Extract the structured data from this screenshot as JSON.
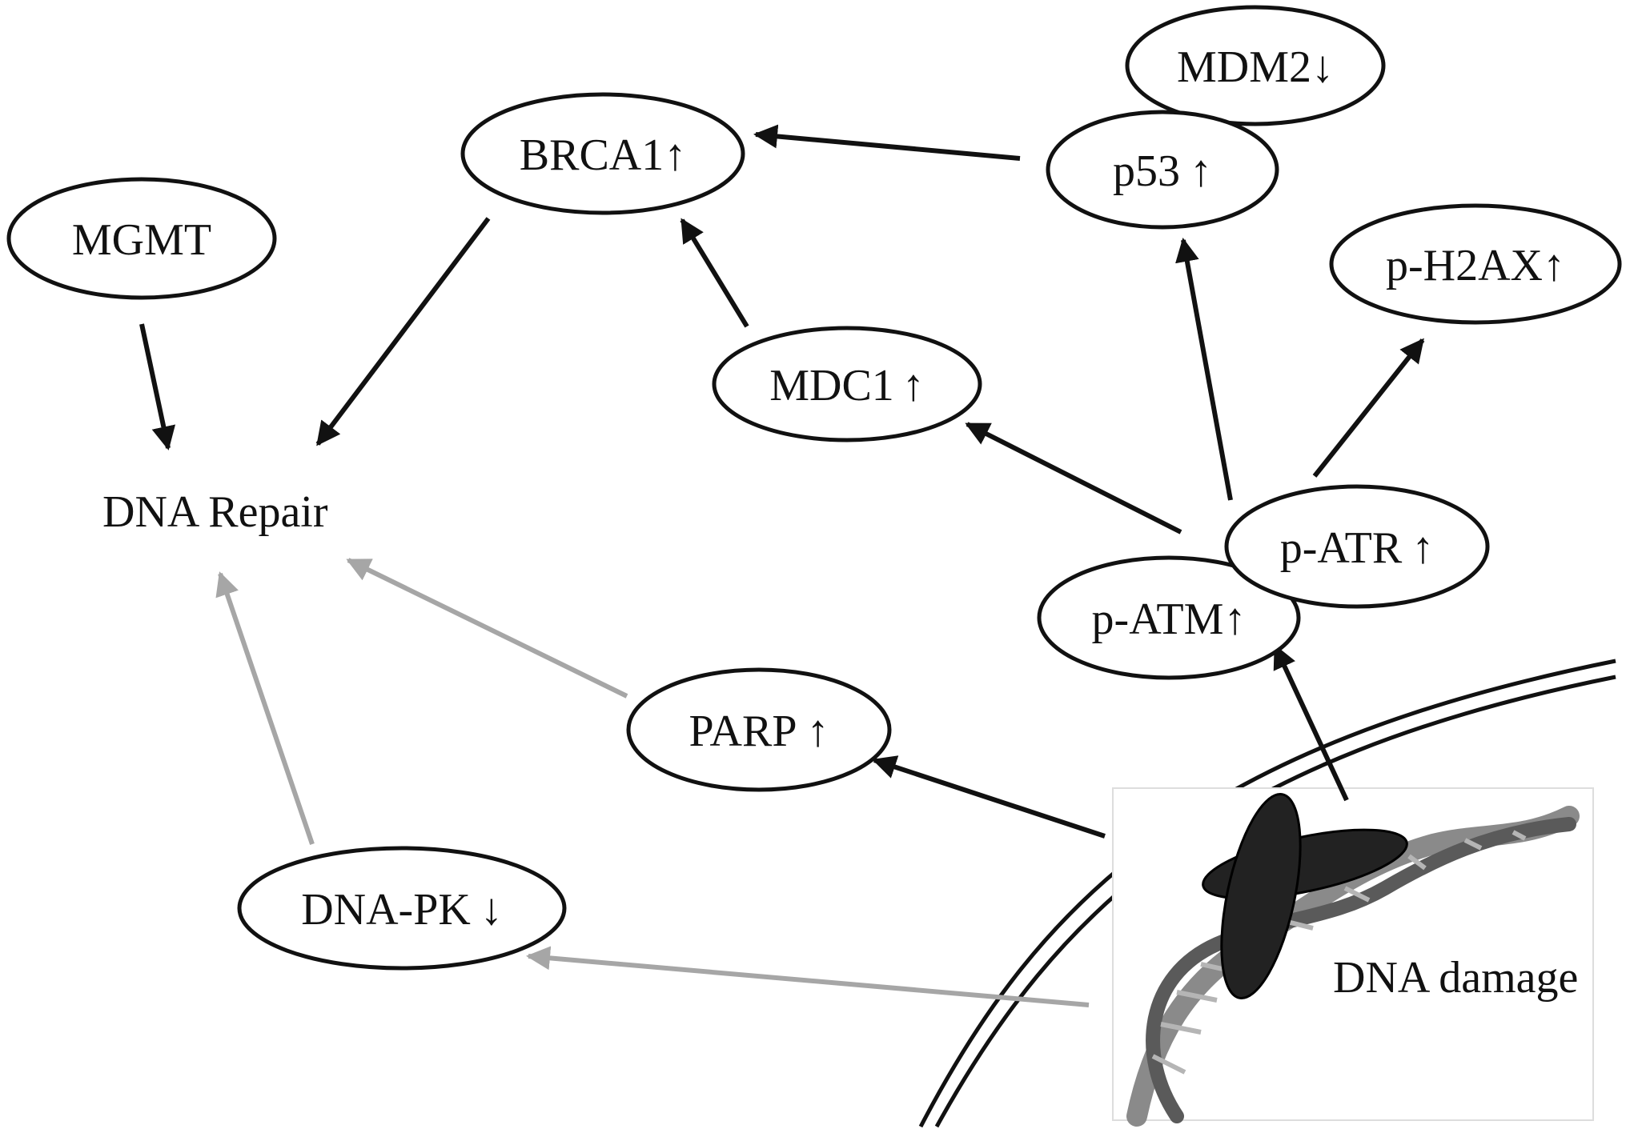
{
  "colors": {
    "primary_edge": "#111111",
    "secondary_edge": "#a6a6a6",
    "node_stroke": "#111111",
    "text": "#111111"
  },
  "nodes": {
    "mgmt": {
      "label": "MGMT",
      "arrow": ""
    },
    "brca1": {
      "label": "BRCA1",
      "arrow": "↑"
    },
    "mdm2": {
      "label": "MDM2",
      "arrow": "↓"
    },
    "p53": {
      "label": "p53",
      "arrow": "↑"
    },
    "ph2ax": {
      "label": "p-H2AX",
      "arrow": "↑"
    },
    "mdc1": {
      "label": "MDC1",
      "arrow": "↑"
    },
    "patm": {
      "label": "p-ATM",
      "arrow": "↑"
    },
    "patr": {
      "label": "p-ATR",
      "arrow": "↑"
    },
    "parp": {
      "label": "PARP",
      "arrow": "↑"
    },
    "dnapk": {
      "label": "DNA-PK",
      "arrow": "↓"
    }
  },
  "labels": {
    "dna_repair": "DNA Repair",
    "dna_damage": "DNA damage"
  },
  "edges": [
    {
      "from": "mgmt",
      "to": "dna_repair",
      "style": "primary"
    },
    {
      "from": "brca1",
      "to": "dna_repair",
      "style": "primary"
    },
    {
      "from": "p53",
      "to": "brca1",
      "style": "primary"
    },
    {
      "from": "mdc1",
      "to": "brca1",
      "style": "primary"
    },
    {
      "from": "patm",
      "to": "mdc1",
      "style": "primary"
    },
    {
      "from": "patr",
      "to": "p53",
      "style": "primary"
    },
    {
      "from": "patr",
      "to": "ph2ax",
      "style": "primary"
    },
    {
      "from": "dna_damage",
      "to": "patm",
      "style": "primary"
    },
    {
      "from": "dna_damage",
      "to": "parp",
      "style": "primary"
    },
    {
      "from": "parp",
      "to": "dna_repair",
      "style": "secondary"
    },
    {
      "from": "dnapk",
      "to": "dna_repair",
      "style": "secondary"
    },
    {
      "from": "dna_damage",
      "to": "dnapk",
      "style": "secondary"
    }
  ]
}
